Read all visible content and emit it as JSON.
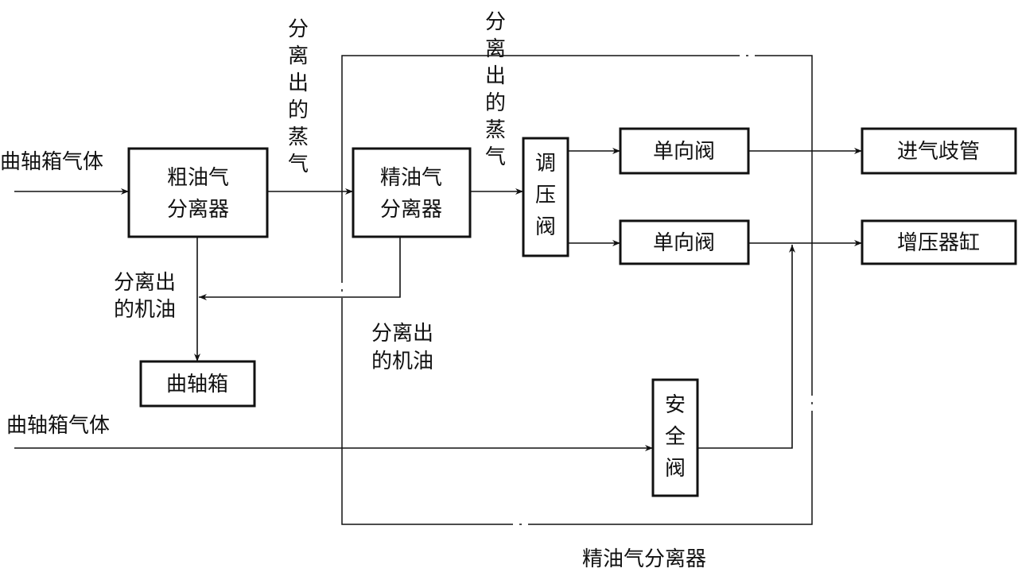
{
  "nodes": {
    "coarse_separator": [
      "粗油气",
      "分离器"
    ],
    "fine_separator": [
      "精油气",
      "分离器"
    ],
    "pressure_valve": [
      "调",
      "压",
      "阀"
    ],
    "check_valve_1": "单向阀",
    "check_valve_2": "单向阀",
    "intake_manifold": "进气歧管",
    "supercharger_cylinder": "增压器缸",
    "crankcase": "曲轴箱",
    "safety_valve": [
      "安",
      "全",
      "阀"
    ]
  },
  "labels": {
    "crankcase_gas_top": "曲轴箱气体",
    "crankcase_gas_bottom": "曲轴箱气体",
    "separated_vapor_1": [
      "分",
      "离",
      "出",
      "的",
      "蒸",
      "气"
    ],
    "separated_vapor_2": [
      "分",
      "离",
      "出",
      "的",
      "蒸",
      "气"
    ],
    "separated_oil_left": [
      "分离出",
      "的机油"
    ],
    "separated_oil_center": [
      "分离出",
      "的机油"
    ],
    "boundary_caption": "精油气分离器"
  }
}
